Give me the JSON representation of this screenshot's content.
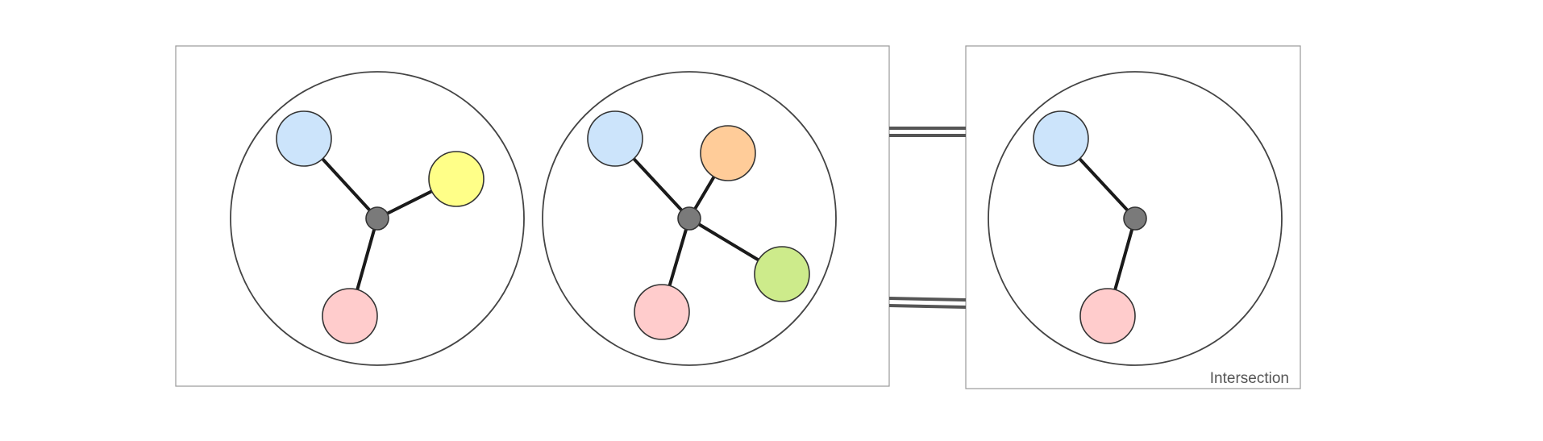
{
  "caption": "Intersection",
  "colors": {
    "blue": "#cce4fb",
    "yellow": "#ffff88",
    "orange": "#ffcc99",
    "green": "#cdeb8b",
    "pink": "#ffcccc",
    "hub": "#7a7a7a",
    "edge": "#1a1a1a"
  },
  "graphs": [
    {
      "id": "graph-a",
      "nodes": [
        "blue",
        "yellow",
        "pink"
      ]
    },
    {
      "id": "graph-b",
      "nodes": [
        "blue",
        "orange",
        "green",
        "pink"
      ]
    },
    {
      "id": "graph-intersection",
      "nodes": [
        "blue",
        "pink"
      ]
    }
  ]
}
